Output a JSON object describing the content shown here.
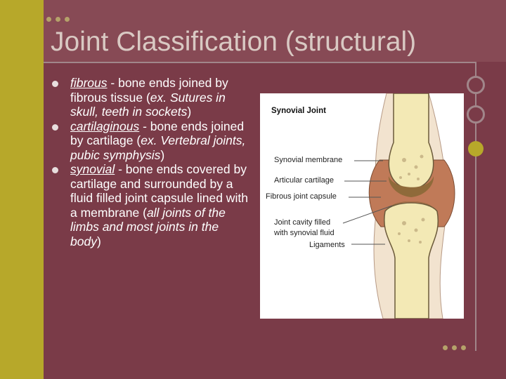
{
  "slide": {
    "title": "Joint Classification (structural)",
    "bullets": [
      {
        "term": "fibrous",
        "text_1": " - bone ends joined by fibrous tissue (",
        "italic": "ex. Sutures in skull, teeth in sockets",
        "text_2": ")"
      },
      {
        "term": "cartilaginous",
        "text_1": " - bone ends joined by cartilage (",
        "italic": "ex. Vertebral joints, pubic symphysis",
        "text_2": ")"
      },
      {
        "term": "synovial",
        "text_1": " - bone ends covered by cartilage and surrounded by a fluid filled joint capsule lined with a membrane (",
        "italic": "all joints of the limbs and most joints in the body",
        "text_2": ")"
      }
    ]
  },
  "figure": {
    "title": "Synovial Joint",
    "labels": {
      "synovial_membrane": "Synovial membrane",
      "articular_cartilage": "Articular cartilage",
      "fibrous_capsule": "Fibrous joint capsule",
      "cavity_line1": "Joint cavity filled",
      "cavity_line2": "with synovial fluid",
      "ligaments": "Ligaments"
    }
  },
  "colors": {
    "background": "#7a3b48",
    "accent_strip": "#b7a82a",
    "bone": "#f3e9b5",
    "cartilage": "#8f6a3a",
    "capsule": "#c07a58"
  }
}
